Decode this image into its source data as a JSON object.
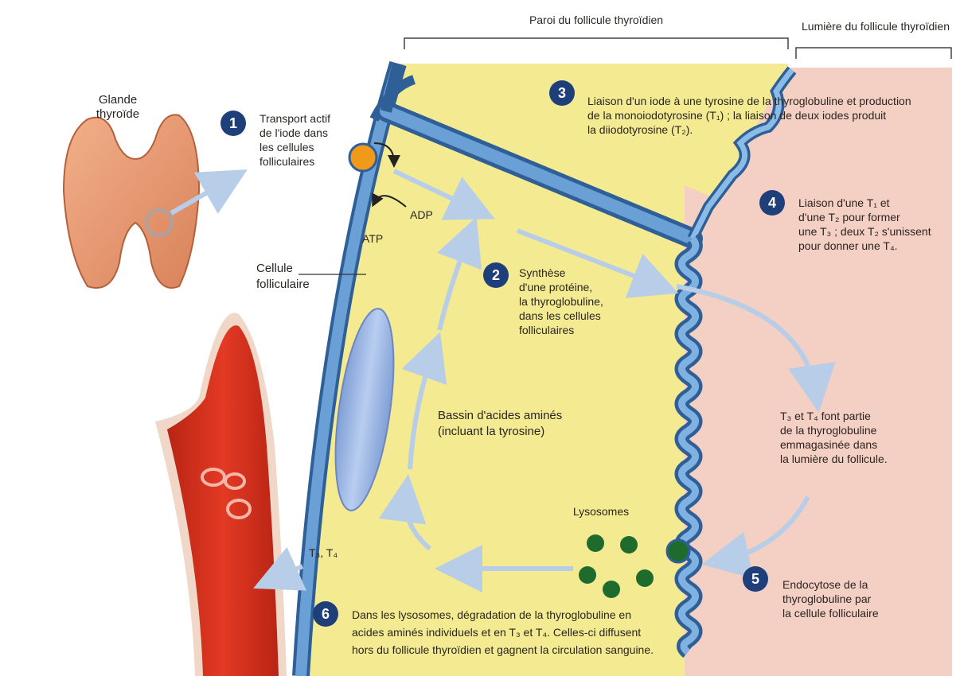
{
  "headers": {
    "wall": "Paroi du follicule thyroïdien",
    "lumen": "Lumière du follicule thyroïdien"
  },
  "labels": {
    "gland": [
      "Glande",
      "thyroïde"
    ],
    "cell": [
      "Cellule",
      "folliculaire"
    ],
    "pool": [
      "Bassin d'acides aminés",
      "(incluant la tyrosine)"
    ],
    "lysosomes": "Lysosomes",
    "atp": "ATP",
    "adp": "ADP",
    "hormones_out": "T₃, T₄"
  },
  "steps": [
    {
      "num": "1",
      "lines": [
        "Transport actif",
        "de l'iode dans",
        "les cellules",
        "folliculaires"
      ]
    },
    {
      "num": "2",
      "lines": [
        "Synthèse",
        "d'une protéine,",
        "la thyroglobuline,",
        "dans les cellules",
        "folliculaires"
      ]
    },
    {
      "num": "3",
      "lines": [
        "Liaison d'un iode à une tyrosine de la thyroglobuline et production",
        "de la monoiodotyrosine (T₁) ; la liaison de deux iodes produit",
        "la diiodotyrosine (T₂)."
      ]
    },
    {
      "num": "4",
      "lines": [
        "Liaison d'une T₁ et",
        "d'une T₂ pour former",
        "une T₃ ; deux T₂ s'unissent",
        "pour donner une T₄."
      ]
    },
    {
      "num": "5",
      "lines": [
        "Endocytose de la",
        "thyroglobuline par",
        "la cellule folliculaire"
      ]
    },
    {
      "num": "6",
      "lines": [
        "Dans les lysosomes, dégradation de la thyroglobuline en",
        "acides aminés individuels et en T₃ et T₄. Celles-ci diffusent",
        "hors du follicule thyroïdien et gagnent la circulation sanguine."
      ]
    }
  ],
  "stored_note": [
    "T₃ et T₄ font partie",
    "de la thyroglobuline",
    "emmagasinée dans",
    "la lumière du follicule."
  ],
  "colors": {
    "cytoplasm": "#f3ea92",
    "lumen": "#f4cfc4",
    "membrane": "#5d93c9",
    "membrane_dark": "#2f5f97",
    "badge": "#1e3f7a",
    "blood": "#d83320",
    "lysosome": "#1f6b2e",
    "pump": "#f09a1a",
    "arrow": "#b7cde8"
  }
}
